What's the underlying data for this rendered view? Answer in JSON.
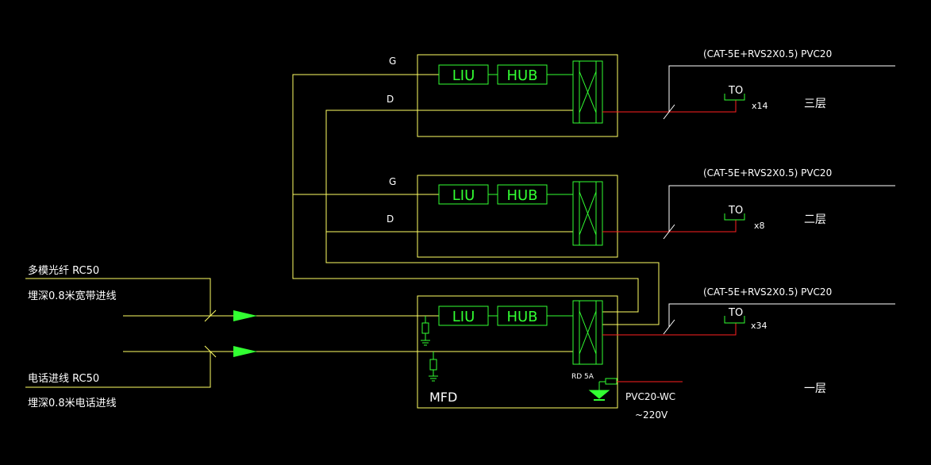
{
  "floors": [
    {
      "id": "3",
      "floor_label": "三层",
      "g_label": "G",
      "d_label": "D",
      "liu_label": "LIU",
      "hub_label": "HUB",
      "cable_label": "(CAT-5E+RVS2X0.5) PVC20",
      "to_label": "TO",
      "count_label": "x14"
    },
    {
      "id": "2",
      "floor_label": "二层",
      "g_label": "G",
      "d_label": "D",
      "liu_label": "LIU",
      "hub_label": "HUB",
      "cable_label": "(CAT-5E+RVS2X0.5) PVC20",
      "to_label": "TO",
      "count_label": "x8"
    },
    {
      "id": "1",
      "floor_label": "一层",
      "liu_label": "LIU",
      "hub_label": "HUB",
      "cable_label": "(CAT-5E+RVS2X0.5) PVC20",
      "to_label": "TO",
      "count_label": "x34"
    }
  ],
  "incoming": {
    "fiber_label": "多模光纤 RC50",
    "fiber_depth_label": "埋深0.8米宽带进线",
    "phone_label": "电话进线 RC50",
    "phone_depth_label": "埋深0.8米电话进线"
  },
  "mfd": {
    "label": "MFD",
    "fuse_label": "RD 5A",
    "power_cable_label": "PVC20-WC",
    "power_voltage_label": "~220V"
  },
  "colors": {
    "line": "#ffff64",
    "device": "#32ff32",
    "power": "#ff2020",
    "text": "#ffffff",
    "background": "#000000"
  }
}
